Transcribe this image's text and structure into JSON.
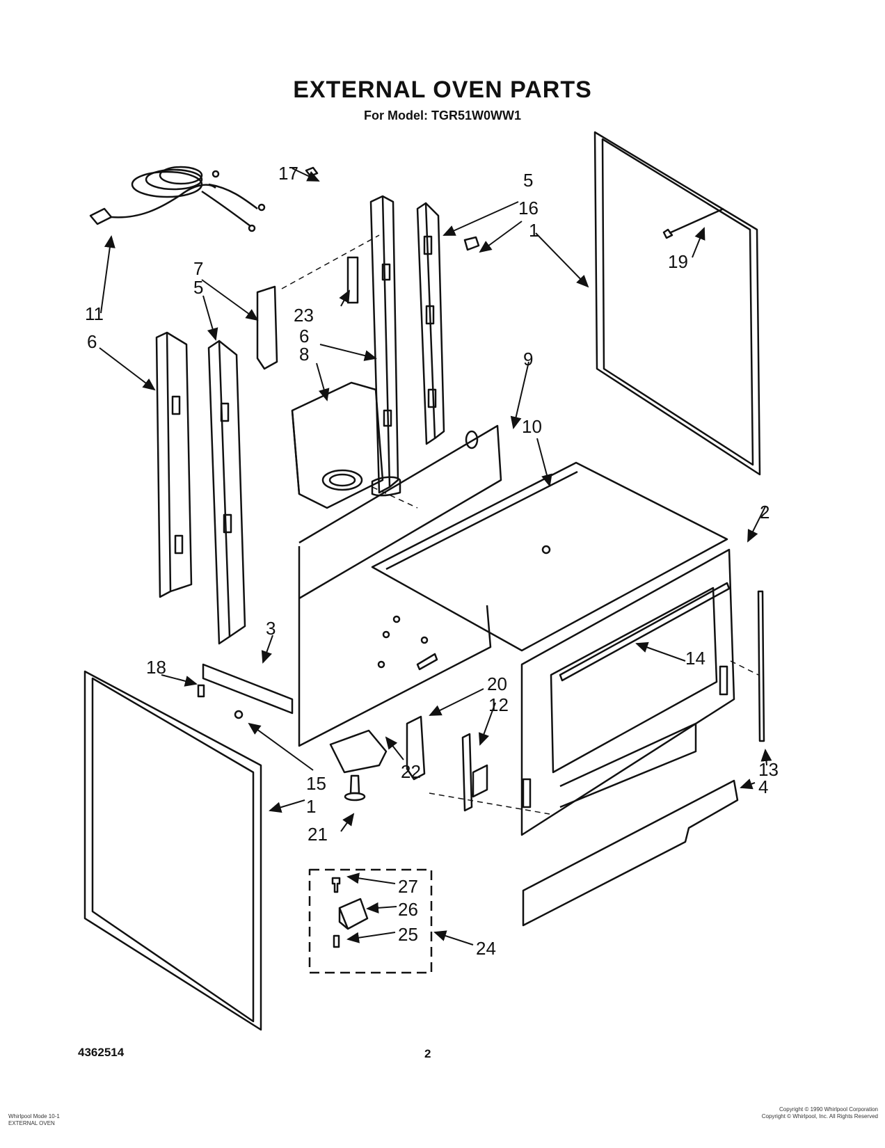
{
  "header": {
    "title": "EXTERNAL OVEN PARTS",
    "subtitle": "For Model: TGR51W0WW1"
  },
  "footer": {
    "doc_number": "4362514",
    "page_number": "2",
    "left_small": [
      "Whirlpool Mode 10-1",
      "EXTERNAL OVEN"
    ],
    "right_small": [
      "Copyright © 1990 Whirlpool Corporation",
      "Copyright © Whirlpool, Inc. All Rights Reserved"
    ]
  },
  "callouts": {
    "c1a": "1",
    "c1b": "1",
    "c2": "2",
    "c3": "3",
    "c4": "4",
    "c5a": "5",
    "c5b": "5",
    "c6a": "6",
    "c6b": "6",
    "c7": "7",
    "c8": "8",
    "c9": "9",
    "c10": "10",
    "c11": "11",
    "c12": "12",
    "c13": "13",
    "c14": "14",
    "c15": "15",
    "c16": "16",
    "c17": "17",
    "c18": "18",
    "c19": "19",
    "c20": "20",
    "c21": "21",
    "c22": "22",
    "c23": "23",
    "c24": "24",
    "c25": "25",
    "c26": "26",
    "c27": "27"
  }
}
